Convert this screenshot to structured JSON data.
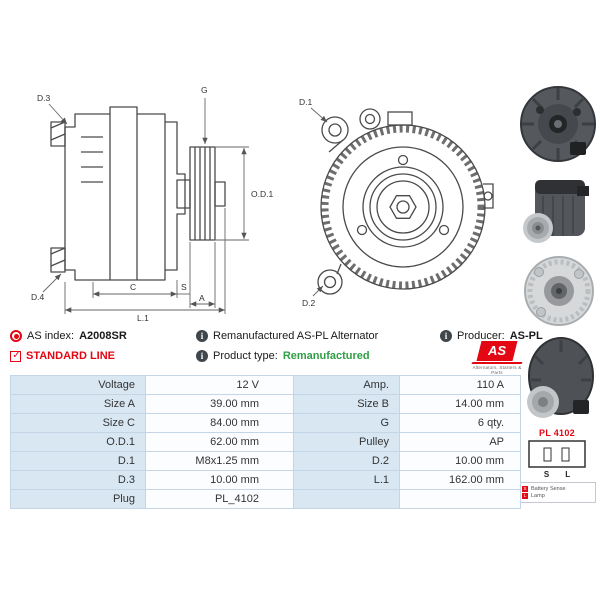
{
  "header": {
    "as_index_label": "AS index:",
    "as_index_value": "A2008SR",
    "product_title": "Remanufactured AS-PL Alternator",
    "producer_label": "Producer:",
    "producer_value": "AS-PL",
    "standard_line_label": "STANDARD LINE",
    "product_type_label": "Product type:",
    "product_type_value": "Remanufactured"
  },
  "logo": {
    "abbr": "AS",
    "tagline": "Alternators. Starters & Parts"
  },
  "colors": {
    "accent_red": "#e30613",
    "green": "#2f9e44",
    "table_label_bg": "#d9e7f3"
  },
  "drawings": {
    "side_labels": {
      "d3": "D.3",
      "g": "G",
      "od1": "O.D.1",
      "d4": "D.4",
      "c": "C",
      "s": "S",
      "a": "A",
      "l1": "L.1"
    },
    "front_labels": {
      "d1": "D.1",
      "d2": "D.2"
    }
  },
  "plug": {
    "name": "PL 4102",
    "pin_s": "S",
    "pin_l": "L",
    "legend": [
      {
        "pin": "S",
        "desc": "Battery Sense"
      },
      {
        "pin": "L",
        "desc": "Lamp"
      }
    ]
  },
  "spec_table": {
    "rows": [
      {
        "label1": "Voltage",
        "value1": "12 V",
        "label2": "Amp.",
        "value2": "110 A"
      },
      {
        "label1": "Size A",
        "value1": "39.00 mm",
        "label2": "Size B",
        "value2": "14.00 mm"
      },
      {
        "label1": "Size C",
        "value1": "84.00 mm",
        "label2": "G",
        "value2": "6 qty."
      },
      {
        "label1": "O.D.1",
        "value1": "62.00 mm",
        "label2": "Pulley",
        "value2": "AP"
      },
      {
        "label1": "D.1",
        "value1": "M8x1.25 mm",
        "label2": "D.2",
        "value2": "10.00 mm"
      },
      {
        "label1": "D.3",
        "value1": "10.00 mm",
        "label2": "L.1",
        "value2": "162.00 mm"
      },
      {
        "label1": "Plug",
        "value1": "PL_4102",
        "label2": "",
        "value2": ""
      }
    ]
  }
}
